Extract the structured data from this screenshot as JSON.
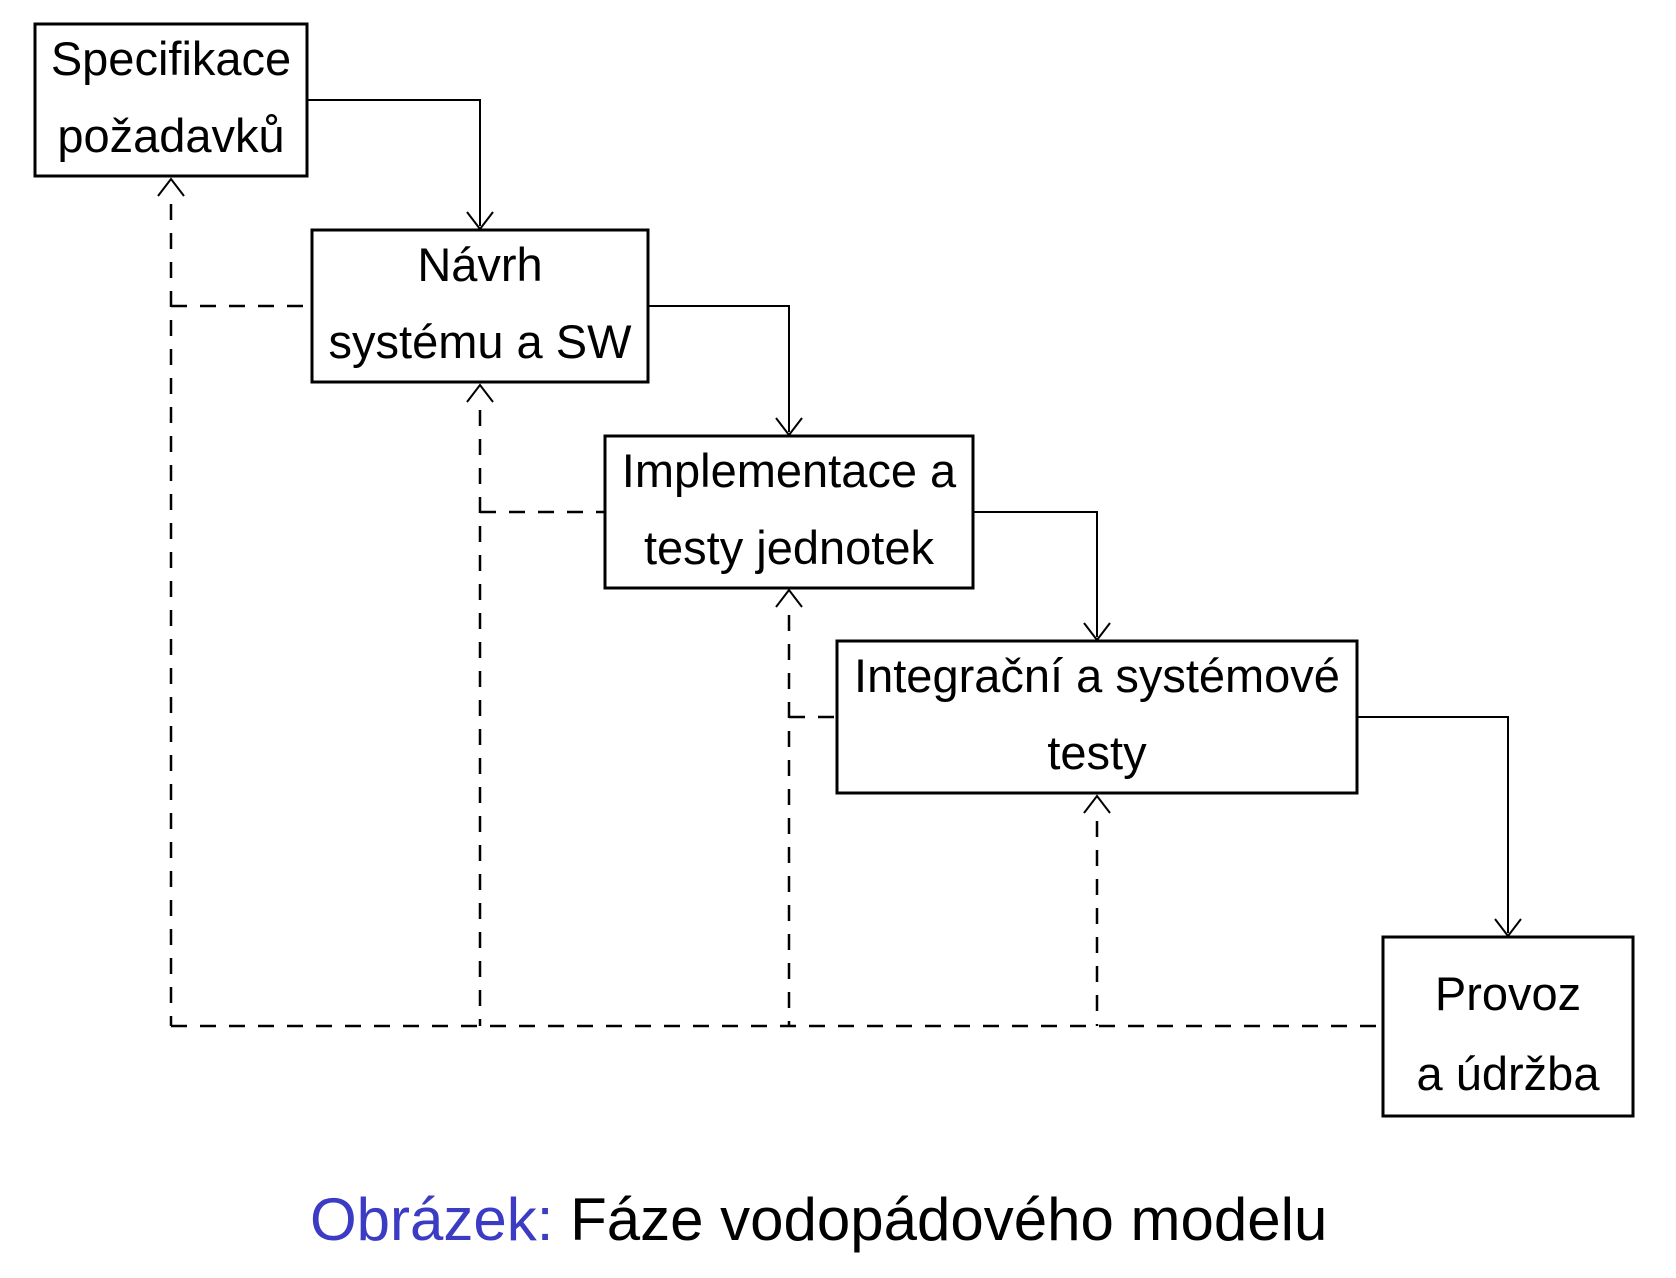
{
  "diagram": {
    "title_hint": "waterfall-model-phases",
    "boxes": [
      {
        "id": "specifikace-pozadavku",
        "lines": [
          "Specifikace",
          "požadavků"
        ]
      },
      {
        "id": "navrh-systemu-a-sw",
        "lines": [
          "Návrh",
          "systému a SW"
        ]
      },
      {
        "id": "implementace-testy",
        "lines": [
          "Implementace a",
          "testy jednotek"
        ]
      },
      {
        "id": "integracni-systemove",
        "lines": [
          "Integrační a systémové",
          "testy"
        ]
      },
      {
        "id": "provoz-a-udrzba",
        "lines": [
          "Provoz",
          "a údržba"
        ]
      }
    ],
    "forward_edges": [
      {
        "from": "specifikace-pozadavku",
        "to": "navrh-systemu-a-sw",
        "style": "solid-arrow"
      },
      {
        "from": "navrh-systemu-a-sw",
        "to": "implementace-testy",
        "style": "solid-arrow"
      },
      {
        "from": "implementace-testy",
        "to": "integracni-systemove",
        "style": "solid-arrow"
      },
      {
        "from": "integracni-systemove",
        "to": "provoz-a-udrzba",
        "style": "solid-arrow"
      }
    ],
    "feedback_edges": [
      {
        "from": "navrh-systemu-a-sw",
        "to": "specifikace-pozadavku",
        "style": "dashed-arrow"
      },
      {
        "from": "implementace-testy",
        "to": "navrh-systemu-a-sw",
        "style": "dashed-arrow"
      },
      {
        "from": "integracni-systemove",
        "to": "implementace-testy",
        "style": "dashed-arrow"
      },
      {
        "from": "provoz-a-udrzba",
        "to": "integracni-systemove",
        "style": "dashed-arrow"
      },
      {
        "from": "provoz-a-udrzba",
        "to": "specifikace-pozadavku",
        "style": "dashed-arrow"
      }
    ]
  },
  "caption": {
    "prefix": "Obrázek:",
    "rest": " Fáze vodopádového modelu",
    "prefix_color": "#3B3BC4",
    "text_color": "#000000"
  },
  "colors": {
    "background": "#FFFFFF",
    "line": "#000000",
    "caption_accent": "#3B3BC4"
  }
}
